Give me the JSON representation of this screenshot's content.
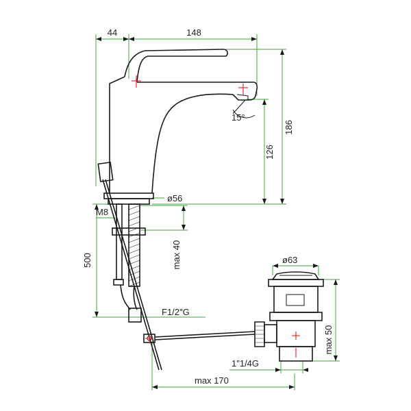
{
  "colors": {
    "outline": "#1a1a1a",
    "dimension_line": "#3fa53f",
    "center_mark": "#e23030",
    "background": "#ffffff"
  },
  "dimensions": {
    "spout_offset": "44",
    "spout_reach": "148",
    "total_height": "186",
    "spout_height": "126",
    "aerator_angle": "15°",
    "base_diameter": "ø56",
    "thread_rod": "M8",
    "max_deck_thickness": "max 40",
    "hose_length": "500",
    "hose_connection": "F1/2\"G",
    "waste_diameter": "ø63",
    "waste_max_depth": "max 50",
    "waste_thread": "1\"1/4G",
    "rod_max_length": "max 170"
  }
}
